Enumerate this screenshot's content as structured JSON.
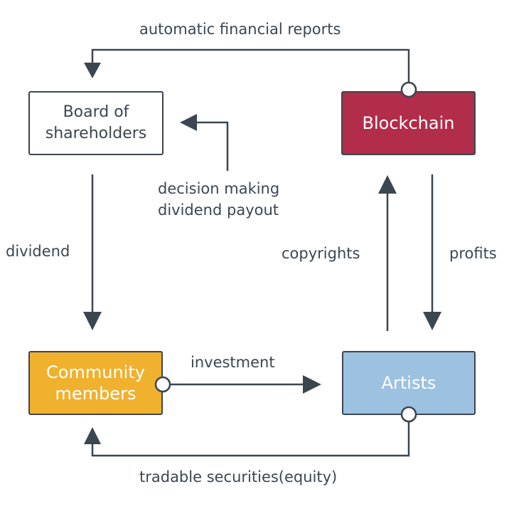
{
  "nodes": {
    "board": "Board of\nshareholders",
    "blockchain": "Blockchain",
    "community": "Community\nmembers",
    "artists": "Artists"
  },
  "edges": {
    "reports": "automatic financial reports",
    "decision": "decision making\ndividend payout",
    "dividend": "dividend",
    "copyrights": "copyrights",
    "profits": "profits",
    "investment": "investment",
    "securities": "tradable securities(equity)"
  },
  "colors": {
    "line": "#3c4650",
    "blockchain": "#b22d4a",
    "community": "#f0b12f",
    "artists": "#9cc1e1"
  }
}
